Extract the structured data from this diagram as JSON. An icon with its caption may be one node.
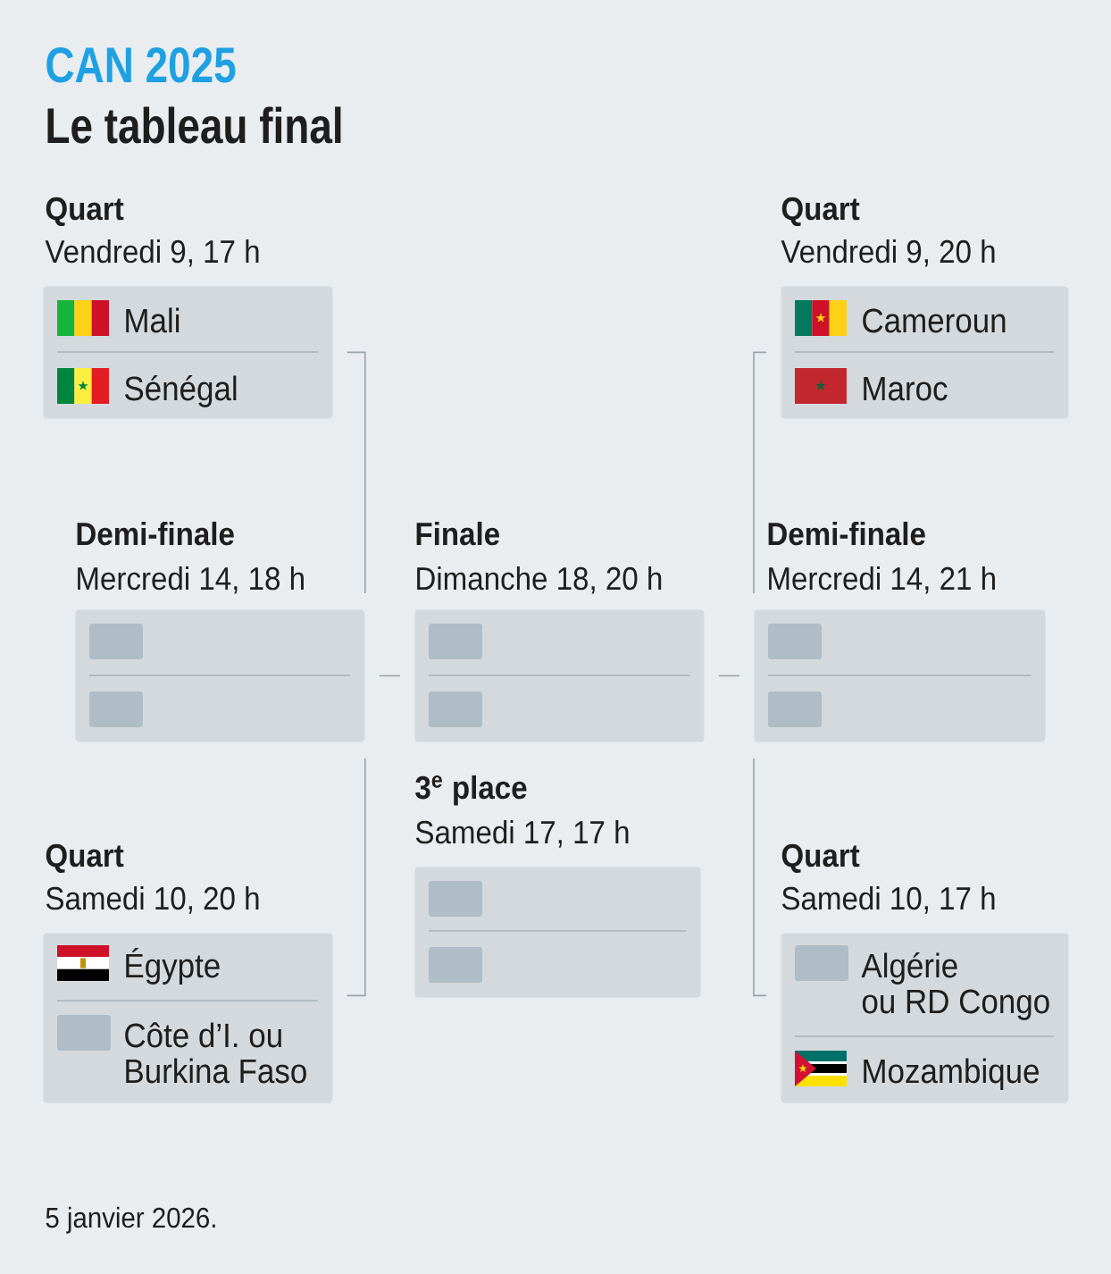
{
  "diagram": {
    "title": "CAN 2025",
    "nodes": [
      {
        "text": [
          "Quart",
          "Vendredi 9, 17 h",
          "Mali",
          "Sénégal"
        ]
      },
      {
        "text": [
          "Quart",
          "Vendredi 9, 20 h",
          "Cameroun",
          "Maroc"
        ]
      },
      {
        "text": [
          "Demi-finale",
          "Mercredi 14, 18 h"
        ]
      },
      {
        "text": [
          "Finale",
          "Dimanche 18, 20 h"
        ]
      },
      {
        "text": [
          "Demi-finale",
          "Mercredi 14, 21 h"
        ]
      },
      {
        "text": [
          "3$^{e}$ place",
          "Samedi 17, 17 h"
        ]
      },
      {
        "text": [
          "Quart",
          "Samedi 10, 20 h",
          "Égypte",
          "Côte d’I. ou Burkina Faso"
        ]
      },
      {
        "text": [
          "Quart",
          "Samedi 10, 17 h",
          "Algérie ou RD Congo",
          "Mozambique"
        ]
      }
    ],
    "edges": [
      {
        "from": 0,
        "to": 2,
        "arrow": "none"
      },
      {
        "from": 6,
        "to": 2,
        "arrow": "none"
      },
      {
        "from": 1,
        "to": 4,
        "arrow": "none"
      },
      {
        "from": 7,
        "to": 4,
        "arrow": "none"
      },
      {
        "from": 2,
        "to": 3,
        "arrow": "none"
      },
      {
        "from": 4,
        "to": 3,
        "arrow": "none"
      }
    ],
    "labels": [
      "Le tableau final",
      "5 janvier 2026."
    ]
  }
}
